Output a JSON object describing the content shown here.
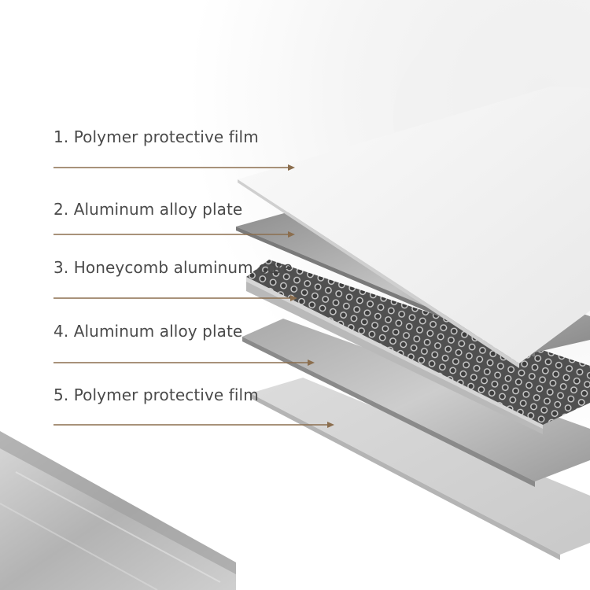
{
  "layers": [
    {
      "label": "1. Polymer protective film"
    },
    {
      "label": "2. Aluminum alloy plate"
    },
    {
      "label": "3. Honeycomb aluminum core"
    },
    {
      "label": "4. Aluminum alloy plate"
    },
    {
      "label": "5. Polymer protective film"
    }
  ],
  "colors": {
    "text": "#4a4a4a",
    "leader_line": "#8b6e4e",
    "film": "#f4f4f4",
    "alloy_plate": "#b9b9b9",
    "honeycomb": "#6a6a6a",
    "background": "#ffffff"
  }
}
